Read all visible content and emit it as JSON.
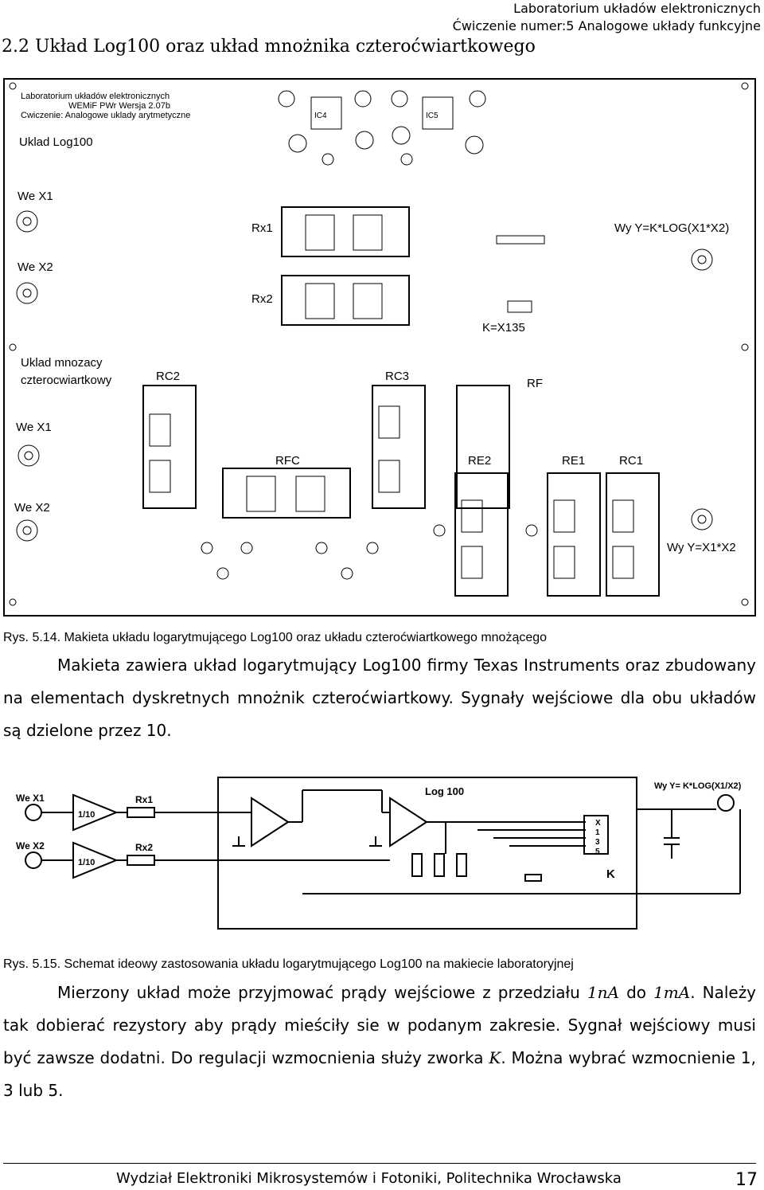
{
  "header": {
    "lab": "Laboratorium układów elektronicznych",
    "exercise": "Ćwiczenie numer:5 Analogowe układy funkcyjne"
  },
  "section_title": "2.2 Układ Log100 oraz układ mnożnika czteroćwiartkowego",
  "board": {
    "lab_name": "Laboratorium układów elektronicznych",
    "version_line": "WEMiF PWr    Wersja  2.07b",
    "exercise_line": "Cwiczenie:   Analogowe uklady arytmetyczne",
    "log_title": "Uklad Log100",
    "we_x1_top": "We X1",
    "we_x2_top": "We X2",
    "rx1": "Rx1",
    "rx2": "Rx2",
    "wy_log": "Wy Y=K*LOG(X1*X2)",
    "k_label": "K=X135",
    "ic4": "IC4",
    "ic5": "IC5",
    "mult_title_1": "Uklad mnozacy",
    "mult_title_2": "czterocwiartkowy",
    "rc2": "RC2",
    "rc3": "RC3",
    "rf": "RF",
    "we_x1_bottom": "We X1",
    "we_x2_bottom": "We X2",
    "rfc": "RFC",
    "re2": "RE2",
    "re1": "RE1",
    "rc1": "RC1",
    "wy_mult": "Wy Y=X1*X2"
  },
  "caption_1": "Rys. 5.14. Makieta układu logarytmującego Log100 oraz układu czteroćwiartkowego mnożącego",
  "paragraph_1": "Makieta zawiera układ logarytmujący Log100 firmy Texas Instruments oraz zbudowany na elementach dyskretnych mnożnik czteroćwiartkowy. Sygnały wejściowe dla obu układów są dzielone przez 10.",
  "schematic": {
    "we_x1": "We X1",
    "we_x2": "We X2",
    "rx1": "Rx1",
    "rx2": "Rx2",
    "div1": "1/10",
    "div2": "1/10",
    "log_title": "Log 100",
    "output": "Wy Y= K*LOG(X1/X2)",
    "k_options": [
      "X",
      "1",
      "3",
      "5"
    ],
    "k_label": "K"
  },
  "caption_2": "Rys. 5.15. Schemat ideowy zastosowania układu logarytmującego Log100 na makiecie laboratoryjnej",
  "paragraph_2": {
    "part1": "Mierzony układ może przyjmować prądy wejściowe z przedziału",
    "val1": "1nA",
    "to": "do",
    "val2": "1mA",
    "part2": ". Należy tak dobierać rezystory aby prądy mieściły sie w podanym zakresie. Sygnał wejściowy musi być zawsze dodatni. Do regulacji wzmocnienia służy zworka",
    "k": "K",
    "part3": ". Można wybrać wzmocnienie 1, 3 lub 5."
  },
  "footer": "Wydział Elektroniki Mikrosystemów i Fotoniki, Politechnika Wrocławska",
  "page_number": "17"
}
